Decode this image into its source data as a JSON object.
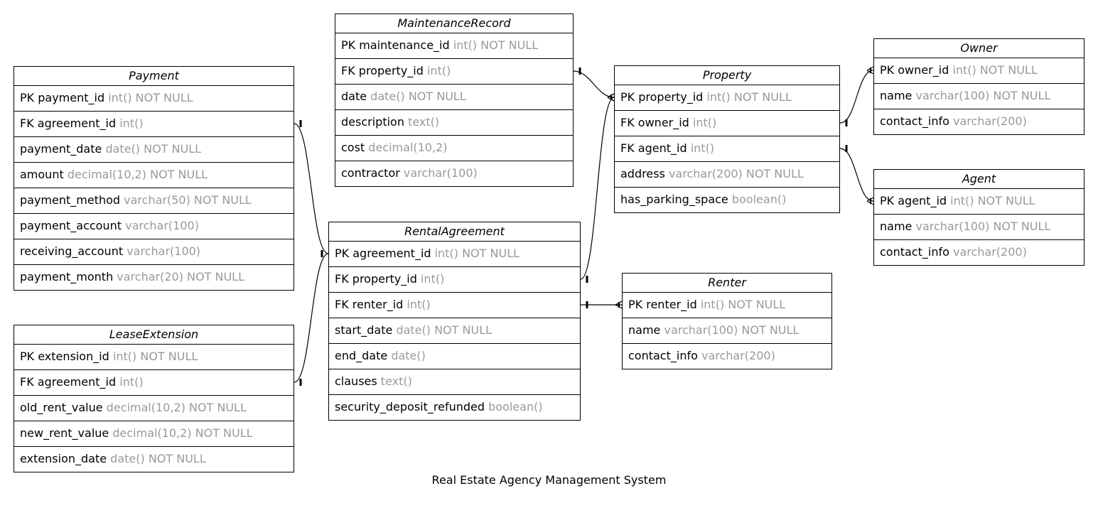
{
  "diagram": {
    "caption": "Real Estate Agency Management System",
    "entities": [
      {
        "id": "payment",
        "name": "Payment",
        "fields": [
          {
            "key": "PK",
            "name": "payment_id",
            "type": "int() NOT NULL"
          },
          {
            "key": "FK",
            "name": "agreement_id",
            "type": "int()"
          },
          {
            "key": "",
            "name": "payment_date",
            "type": "date() NOT NULL"
          },
          {
            "key": "",
            "name": "amount",
            "type": "decimal(10,2) NOT NULL"
          },
          {
            "key": "",
            "name": "payment_method",
            "type": "varchar(50) NOT NULL"
          },
          {
            "key": "",
            "name": "payment_account",
            "type": "varchar(100)"
          },
          {
            "key": "",
            "name": "receiving_account",
            "type": "varchar(100)"
          },
          {
            "key": "",
            "name": "payment_month",
            "type": "varchar(20) NOT NULL"
          }
        ]
      },
      {
        "id": "lease-extension",
        "name": "LeaseExtension",
        "fields": [
          {
            "key": "PK",
            "name": "extension_id",
            "type": "int() NOT NULL"
          },
          {
            "key": "FK",
            "name": "agreement_id",
            "type": "int()"
          },
          {
            "key": "",
            "name": "old_rent_value",
            "type": "decimal(10,2) NOT NULL"
          },
          {
            "key": "",
            "name": "new_rent_value",
            "type": "decimal(10,2) NOT NULL"
          },
          {
            "key": "",
            "name": "extension_date",
            "type": "date() NOT NULL"
          }
        ]
      },
      {
        "id": "maintenance-record",
        "name": "MaintenanceRecord",
        "fields": [
          {
            "key": "PK",
            "name": "maintenance_id",
            "type": "int() NOT NULL"
          },
          {
            "key": "FK",
            "name": "property_id",
            "type": "int()"
          },
          {
            "key": "",
            "name": "date",
            "type": "date() NOT NULL"
          },
          {
            "key": "",
            "name": "description",
            "type": "text()"
          },
          {
            "key": "",
            "name": "cost",
            "type": "decimal(10,2)"
          },
          {
            "key": "",
            "name": "contractor",
            "type": "varchar(100)"
          }
        ]
      },
      {
        "id": "rental-agreement",
        "name": "RentalAgreement",
        "fields": [
          {
            "key": "PK",
            "name": "agreement_id",
            "type": "int() NOT NULL"
          },
          {
            "key": "FK",
            "name": "property_id",
            "type": "int()"
          },
          {
            "key": "FK",
            "name": "renter_id",
            "type": "int()"
          },
          {
            "key": "",
            "name": "start_date",
            "type": "date() NOT NULL"
          },
          {
            "key": "",
            "name": "end_date",
            "type": "date()"
          },
          {
            "key": "",
            "name": "clauses",
            "type": "text()"
          },
          {
            "key": "",
            "name": "security_deposit_refunded",
            "type": "boolean()"
          }
        ]
      },
      {
        "id": "property",
        "name": "Property",
        "fields": [
          {
            "key": "PK",
            "name": "property_id",
            "type": "int() NOT NULL"
          },
          {
            "key": "FK",
            "name": "owner_id",
            "type": "int()"
          },
          {
            "key": "FK",
            "name": "agent_id",
            "type": "int()"
          },
          {
            "key": "",
            "name": "address",
            "type": "varchar(200) NOT NULL"
          },
          {
            "key": "",
            "name": "has_parking_space",
            "type": "boolean()"
          }
        ]
      },
      {
        "id": "renter",
        "name": "Renter",
        "fields": [
          {
            "key": "PK",
            "name": "renter_id",
            "type": "int() NOT NULL"
          },
          {
            "key": "",
            "name": "name",
            "type": "varchar(100) NOT NULL"
          },
          {
            "key": "",
            "name": "contact_info",
            "type": "varchar(200)"
          }
        ]
      },
      {
        "id": "owner",
        "name": "Owner",
        "fields": [
          {
            "key": "PK",
            "name": "owner_id",
            "type": "int() NOT NULL"
          },
          {
            "key": "",
            "name": "name",
            "type": "varchar(100) NOT NULL"
          },
          {
            "key": "",
            "name": "contact_info",
            "type": "varchar(200)"
          }
        ]
      },
      {
        "id": "agent",
        "name": "Agent",
        "fields": [
          {
            "key": "PK",
            "name": "agent_id",
            "type": "int() NOT NULL"
          },
          {
            "key": "",
            "name": "name",
            "type": "varchar(100) NOT NULL"
          },
          {
            "key": "",
            "name": "contact_info",
            "type": "varchar(200)"
          }
        ]
      }
    ],
    "relations": [
      {
        "from": "payment.agreement_id",
        "to": "rental-agreement.agreement_id",
        "from_end": "one",
        "to_end": "one"
      },
      {
        "from": "lease-extension.agreement_id",
        "to": "rental-agreement.agreement_id",
        "from_end": "one",
        "to_end": "one"
      },
      {
        "from": "maintenance-record.property_id",
        "to": "property.property_id",
        "from_end": "one",
        "to_end": "many"
      },
      {
        "from": "rental-agreement.property_id",
        "to": "property.property_id",
        "from_end": "one",
        "to_end": "many"
      },
      {
        "from": "rental-agreement.renter_id",
        "to": "renter.renter_id",
        "from_end": "one",
        "to_end": "many"
      },
      {
        "from": "property.owner_id",
        "to": "owner.owner_id",
        "from_end": "one",
        "to_end": "many"
      },
      {
        "from": "property.agent_id",
        "to": "agent.agent_id",
        "from_end": "one",
        "to_end": "many"
      }
    ]
  }
}
